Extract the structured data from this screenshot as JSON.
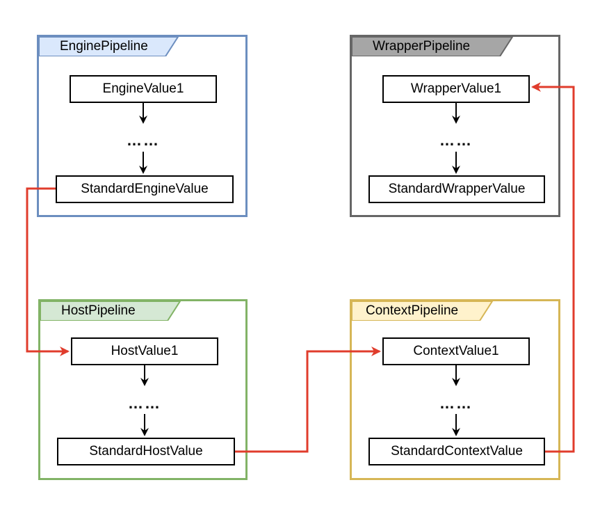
{
  "diagram": {
    "pipelines": [
      {
        "id": "engine",
        "title": "EnginePipeline",
        "border_color": "#6c8ebf",
        "tab_color": "#dae8fc",
        "first_value": "EngineValue1",
        "ellipsis": "……",
        "standard_value": "StandardEngineValue"
      },
      {
        "id": "wrapper",
        "title": "WrapperPipeline",
        "border_color": "#666666",
        "tab_color": "#a6a6a6",
        "first_value": "WrapperValue1",
        "ellipsis": "……",
        "standard_value": "StandardWrapperValue"
      },
      {
        "id": "host",
        "title": "HostPipeline",
        "border_color": "#82b366",
        "tab_color": "#d5e8d4",
        "first_value": "HostValue1",
        "ellipsis": "……",
        "standard_value": "StandardHostValue"
      },
      {
        "id": "context",
        "title": "ContextPipeline",
        "border_color": "#d6b656",
        "tab_color": "#fff2cc",
        "first_value": "ContextValue1",
        "ellipsis": "……",
        "standard_value": "StandardContextValue"
      }
    ],
    "connections": [
      {
        "from": "StandardEngineValue",
        "to": "HostValue1"
      },
      {
        "from": "StandardHostValue",
        "to": "ContextValue1"
      },
      {
        "from": "StandardContextValue",
        "to": "WrapperValue1"
      }
    ],
    "colors": {
      "connector": "#e03c2c",
      "inner_arrow": "#000000"
    }
  }
}
